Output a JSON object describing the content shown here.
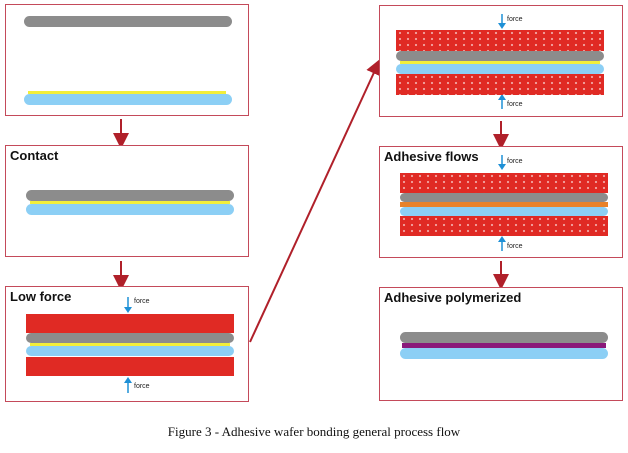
{
  "steps": {
    "initial": {
      "title": ""
    },
    "contact": {
      "title": "Contact"
    },
    "low_force": {
      "title": "Low force",
      "force_top": "force",
      "force_bottom": "force"
    },
    "high_force": {
      "title": "",
      "force_top": "force",
      "force_bottom": "force"
    },
    "adhesive_flows": {
      "title": "Adhesive flows",
      "force_top": "force",
      "force_bottom": "force"
    },
    "adhesive_polymerized": {
      "title": "Adhesive polymerized"
    }
  },
  "caption": "Figure 3 - Adhesive wafer bonding general process flow",
  "colors": {
    "box_border": "#c44a5a",
    "arrow": "#b0202a",
    "wafer_top": "#8c8c8c",
    "wafer_bottom": "#8ccff5",
    "adhesive": "#f2ee3a",
    "adhesive_flowing": "#e8822a",
    "adhesive_polymerized": "#8a1a7a",
    "press_plate": "#e02a24",
    "force_arrow": "#1e90d6"
  }
}
